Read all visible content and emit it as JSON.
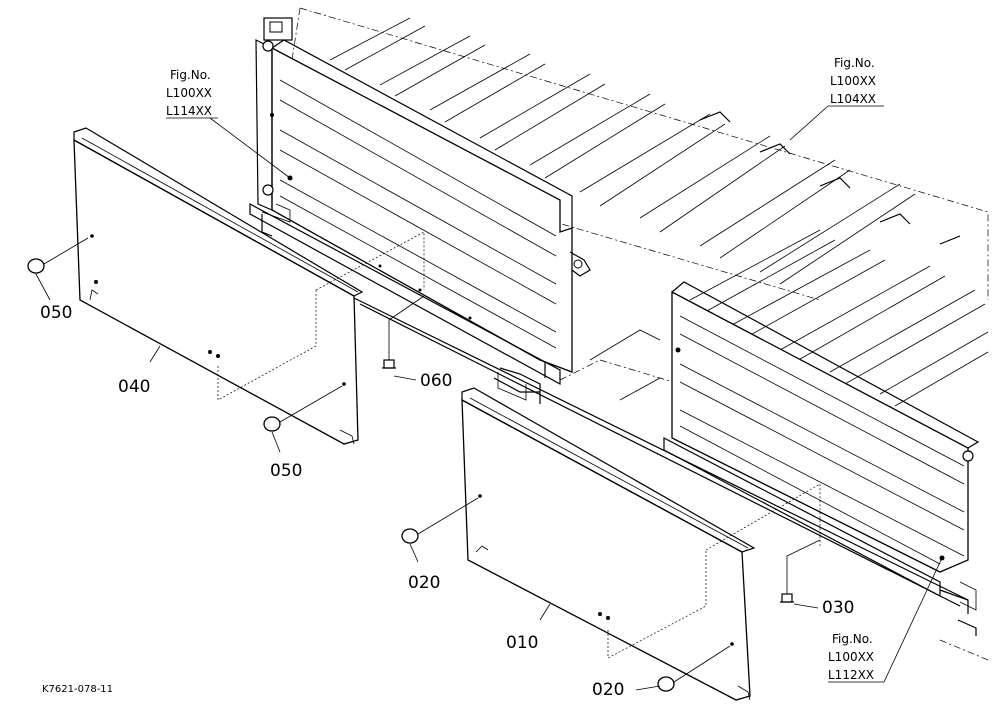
{
  "labels": {
    "fig_a": {
      "title": "Fig.No.",
      "code1": "L100XX",
      "code2": "L114XX"
    },
    "fig_b": {
      "title": "Fig.No.",
      "code1": "L100XX",
      "code2": "L104XX"
    },
    "fig_c": {
      "title": "Fig.No.",
      "code1": "L100XX",
      "code2": "L112XX"
    },
    "parts": {
      "p050a": "050",
      "p040": "040",
      "p050b": "050",
      "p060": "060",
      "p020a": "020",
      "p010": "010",
      "p020b": "020",
      "p030": "030"
    },
    "drawing_code": "K7621-078-11"
  }
}
